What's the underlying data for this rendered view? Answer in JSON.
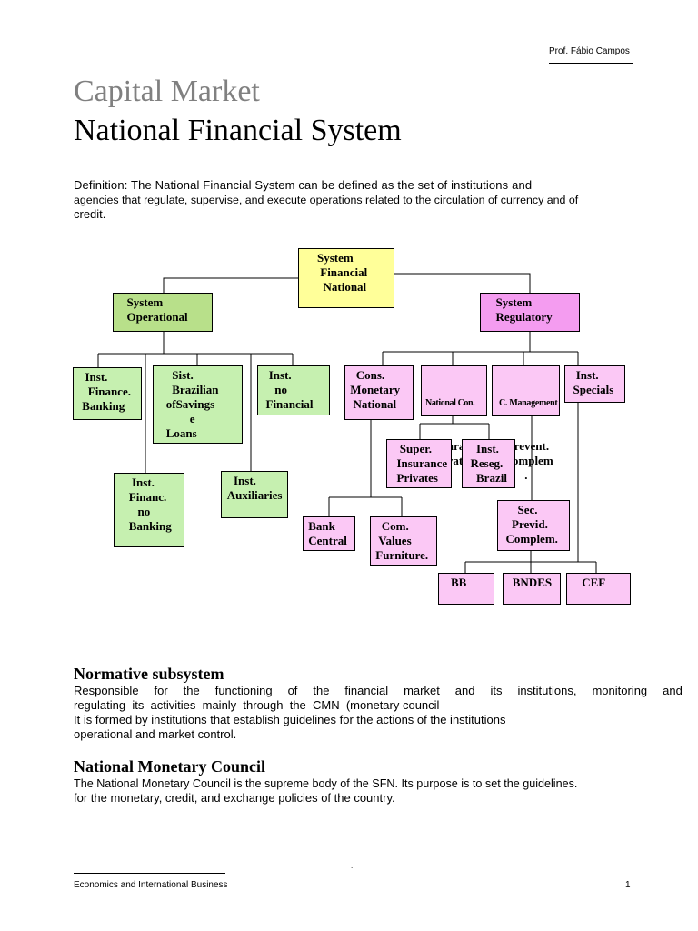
{
  "header": {
    "author": "Prof. Fábio Campos"
  },
  "title": {
    "line1": "Capital Market",
    "line2": "National Financial System"
  },
  "definition": {
    "line1": "Definition: The National Financial System can be defined as the set of institutions and",
    "line2": "agencies that regulate, supervise, and execute operations related to the circulation of currency and of",
    "line3": "credit."
  },
  "diagram": {
    "root": "System\n Financial\n  National",
    "operational": "  System\n  Operational",
    "regulatory": "  System\n  Regulatory",
    "inst_fin_banking": "  Inst.\n   Finance.\n Banking",
    "sist_brazilian": "     Sist.\n     Brazilian\n   ofSavings\n           e\n   Loans",
    "inst_no_financial": "   Inst.\n     no\n  Financial",
    "inst_financ_no_banking": "    Inst.\n   Financ.\n      no\n   Banking",
    "inst_auxiliaries": "    Inst.\n  Auxiliaries",
    "cons_monetary": "   Cons.\n Monetary\n  National",
    "national_con": "National Con.",
    "insurance_privates": "  Insurance\n  Privates",
    "c_management": "C. Management",
    "prevent_complem": "   Prevent.\n  Complem\n         .",
    "inst_specials": "   Inst.\n  Specials",
    "super_insurance": "   Super.\n  Insurance\n  Privates",
    "inst_reseg": "    Inst.\n  Reseg.\n    Brazil",
    "bank_central": " Bank\n Central",
    "com_values": "   Com.\n  Values\n Furniture.",
    "sec_previd": "      Sec.\n    Previd.\n  Complem.",
    "bb": "    BB",
    "bndes": "   BNDES",
    "cef": "     CEF"
  },
  "normative": {
    "heading": "Normative subsystem",
    "line1a": "Responsible",
    "line1b": "for",
    "line1c": "the",
    "line1d": "functioning",
    "line1e": "of",
    "line1f": "the",
    "line1g": "financial",
    "line1h": "market",
    "line1i": "and",
    "line1j": "its",
    "line1k": "institutions,",
    "line1l": "monitoring",
    "line1m": "and",
    "line2": "regulating  its  activities  mainly  through  the  CMN  (monetary council",
    "line3": "It is formed by institutions that establish guidelines for the actions of the institutions",
    "line4": "operational and market control."
  },
  "cmn": {
    "heading": "National Monetary Council",
    "line1": "The National Monetary Council is the supreme body of the SFN. Its purpose is to set the guidelines.",
    "line2": "for the monetary, credit, and exchange policies of the country."
  },
  "footer": {
    "text": "Economics and International Business",
    "page": "1",
    "dot": "."
  }
}
